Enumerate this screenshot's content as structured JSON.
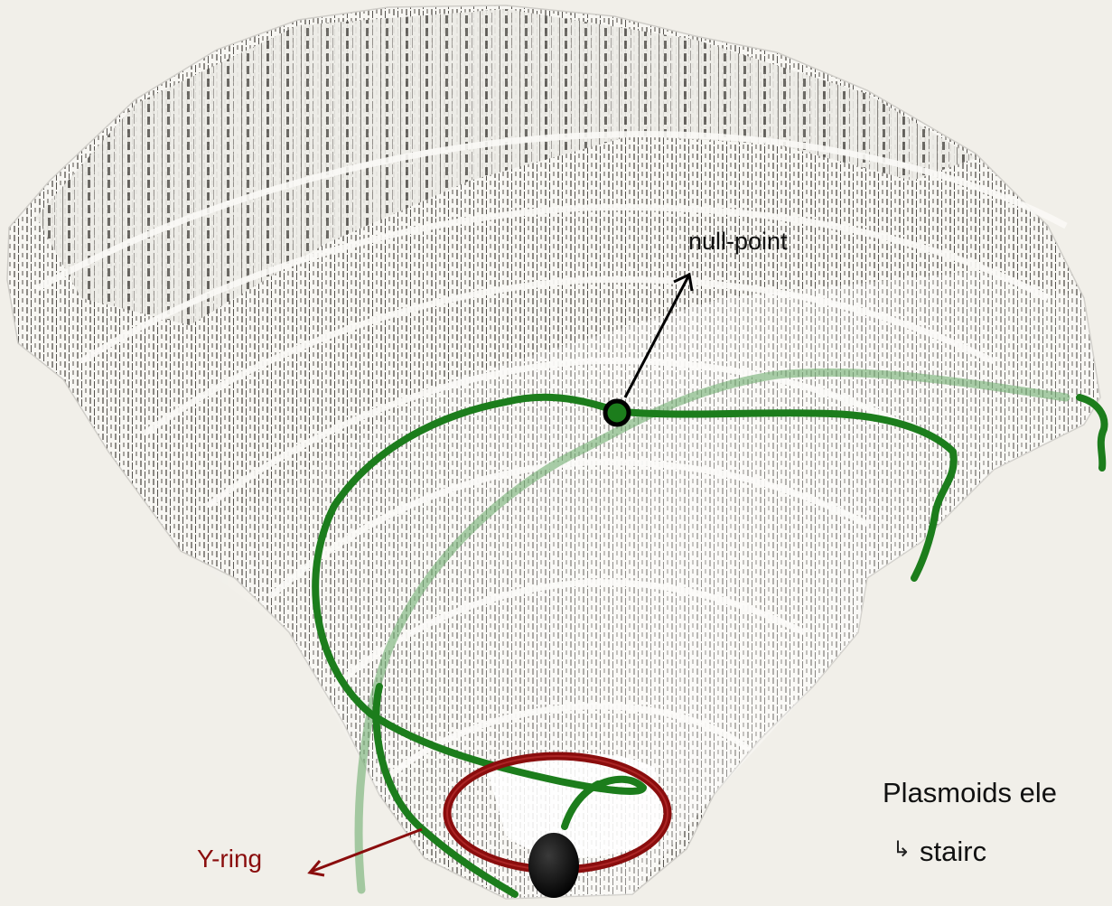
{
  "annotations": {
    "null_point": "null-point",
    "y_ring": "Y-ring",
    "plasmoids": "Plasmoids ele",
    "staircase": "stairc"
  },
  "colors": {
    "background": "#f1efe9",
    "surface": "#f6f5f1",
    "surface_dark": "#6f6c68",
    "field_line": "#1c7d1c",
    "ring": "#8a0d0d",
    "text": "#111111"
  },
  "icons": {
    "stair_arrow": "hook-arrow-right-icon"
  }
}
